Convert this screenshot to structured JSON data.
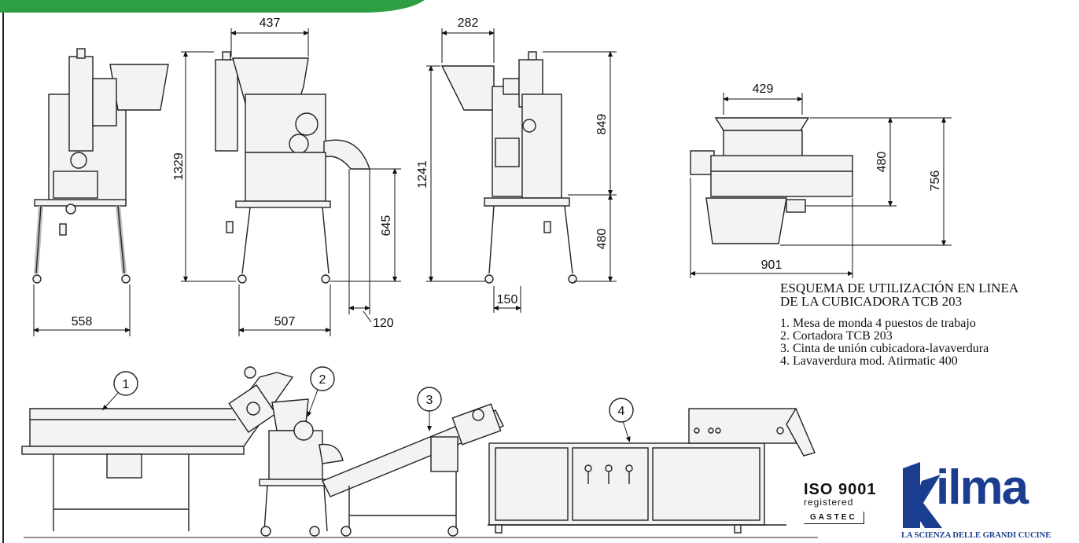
{
  "dimensions": {
    "front_width": "558",
    "side_width": "507",
    "chute_offset": "120",
    "top_width": "437",
    "total_height": "1329",
    "chute_height": "645",
    "rear_top": "282",
    "rear_total_height": "1241",
    "rear_upper": "849",
    "rear_lower": "480",
    "rear_foot": "150",
    "plan_width": "429",
    "plan_height_a": "480",
    "plan_height_b": "756",
    "plan_length": "901"
  },
  "caption": {
    "title_line1": "ESQUEMA DE UTILIZACIÓN EN LINEA",
    "title_line2": "DE LA CUBICADORA TCB 203",
    "items": [
      "1. Mesa de monda 4 puestos de trabajo",
      "2. Cortadora TCB 203",
      "3. Cinta de unión cubicadora-lavaverdura",
      "4. Lavaverdura mod. Atirmatic 400"
    ]
  },
  "line_callouts": [
    "1",
    "2",
    "3",
    "4"
  ],
  "certification": {
    "line1": "ISO 9001",
    "line2": "registered",
    "line3": "GASTEC"
  },
  "brand": {
    "tagline": "LA SCIENZA DELLE GRANDI CUCINE",
    "color": "#1a3d8f"
  },
  "colors": {
    "accent_green": "#2e9e45",
    "line": "#222222",
    "fill": "#f3f3f3"
  }
}
